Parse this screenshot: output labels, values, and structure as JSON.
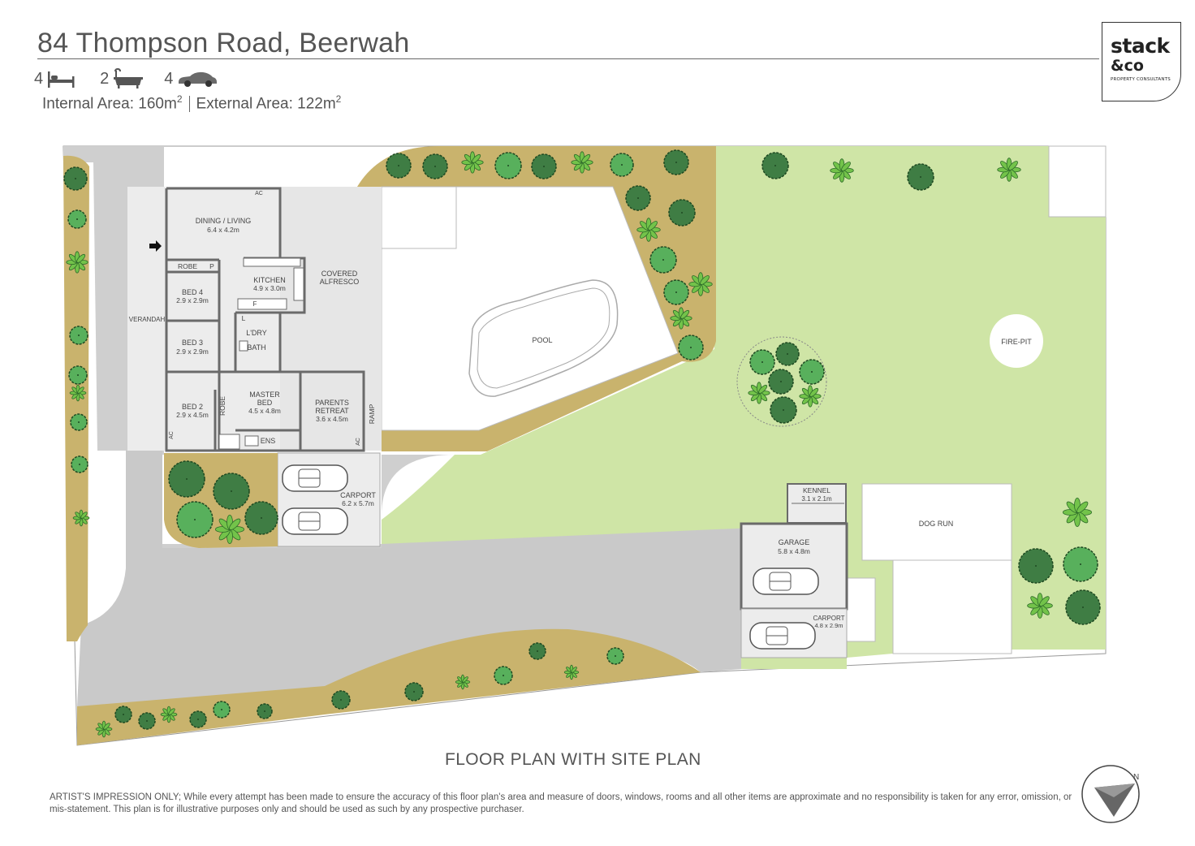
{
  "header": {
    "title": "84 Thompson Road, Beerwah",
    "bedrooms": "4",
    "bathrooms": "2",
    "car_spaces": "4",
    "bed_icon": "bed-icon",
    "bath_icon": "bath-icon",
    "car_icon": "car-icon",
    "internal_area_label": "Internal Area: 160m",
    "internal_area_sup": "2",
    "external_area_label": "External Area: 122m",
    "external_area_sup": "2"
  },
  "logo": {
    "main": "stack",
    "co": "&co",
    "sub": "PROPERTY CONSULTANTS"
  },
  "rooms": {
    "dining": {
      "name": "DINING / LIVING",
      "size": "6.4 x 4.2m"
    },
    "kitchen": {
      "name": "KITCHEN",
      "size": "4.9 x 3.0m"
    },
    "alfresco": {
      "name": "COVERED",
      "name2": "ALFRESCO"
    },
    "robe_top": "ROBE",
    "pantry": "P",
    "bed4": {
      "name": "BED 4",
      "size": "2.9 x 2.9m"
    },
    "bed3": {
      "name": "BED 3",
      "size": "2.9 x 2.9m"
    },
    "bed2": {
      "name": "BED 2",
      "size": "2.9 x 4.5m"
    },
    "verandah": "VERANDAH",
    "laundry": "L'DRY",
    "linen": "L",
    "fridge": "F",
    "bath": "BATH",
    "master": {
      "name": "MASTER",
      "name2": "BED",
      "size": "4.5 x 4.8m"
    },
    "robe_side": "ROBE",
    "parents": {
      "name": "PARENTS",
      "name2": "RETREAT",
      "size": "3.6 x 4.5m"
    },
    "ens": "ENS",
    "ramp": "RAMP",
    "ac": "AC",
    "carport1": {
      "name": "CARPORT",
      "size": "6.2 x 5.7m"
    },
    "pool": "POOL",
    "firepit": "FIRE-PIT",
    "kennel": {
      "name": "KENNEL",
      "size": "3.1 x 2.1m"
    },
    "dogrun": "DOG RUN",
    "garage": {
      "name": "GARAGE",
      "size": "5.8 x 4.8m"
    },
    "carport2": {
      "name": "CARPORT",
      "size": "4.8 x 2.9m"
    }
  },
  "plan_title": "FLOOR PLAN WITH SITE PLAN",
  "disclaimer": "ARTIST'S IMPRESSION ONLY; While every attempt has been made to ensure the accuracy of this floor plan's area and measure of doors, windows, rooms and all other items are approximate and no responsibility is taken for any error, omission, or mis-statement. This plan is for illustrative purposes only and should be used as such by any prospective purchaser.",
  "compass_icon": "north-arrow-icon",
  "compass_label": "N",
  "colors": {
    "lawn": "#cfe5a6",
    "garden_bed": "#c9b36d",
    "driveway": "#c9c9c9",
    "floor": "#ececec",
    "wall": "#6a6a6a",
    "tree_dark": "#3f7d44",
    "tree_light": "#58b05c",
    "palm": "#73c34a"
  }
}
